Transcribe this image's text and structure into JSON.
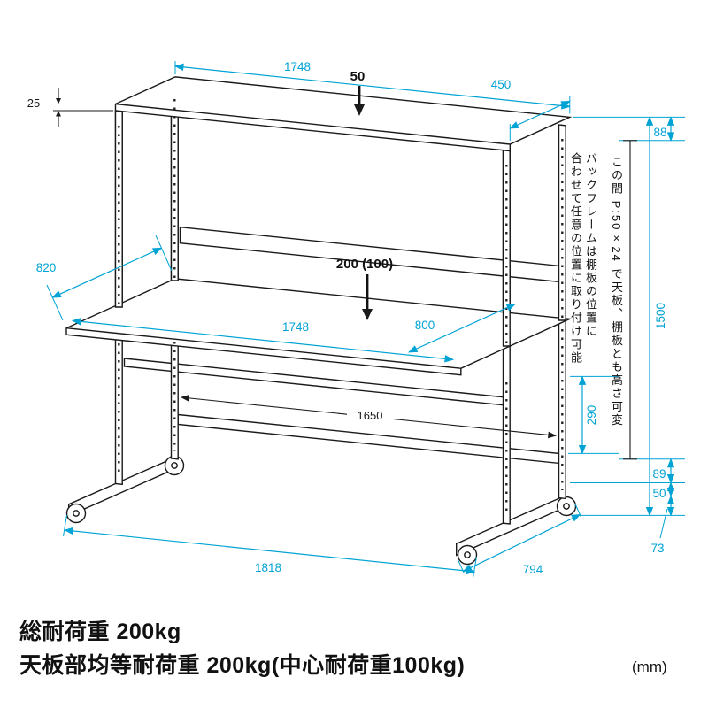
{
  "diagram": {
    "dimensions": {
      "top_width": "1748",
      "shelf_load": "50",
      "shelf_depth": "450",
      "shelf_thickness": "25",
      "top_clearance": "88",
      "desk_depth_overall": "820",
      "desk_load": "200 (100)",
      "desk_width": "1748",
      "desk_depth_usable": "800",
      "inner_width": "1650",
      "rail_offset": "290",
      "overall_height": "1500",
      "bottom_clearance_upper": "89",
      "bottom_clearance_lower": "50",
      "caster_height": "73",
      "overall_width": "1818",
      "base_depth": "794"
    },
    "notes": {
      "backframe_note_line1": "バックフレームは棚板の位置に",
      "backframe_note_line2": "合わせて任意の位置に取り付け可能",
      "pitch_note": "この間 P:50×24 で天板、棚板とも高さ可変"
    },
    "colors": {
      "dimension": "#00A3D4",
      "line": "#1a1a1a"
    }
  },
  "footer": {
    "line1": "総耐荷重 200kg",
    "line2": "天板部均等耐荷重 200kg(中心耐荷重100kg)",
    "unit": "(mm)"
  }
}
